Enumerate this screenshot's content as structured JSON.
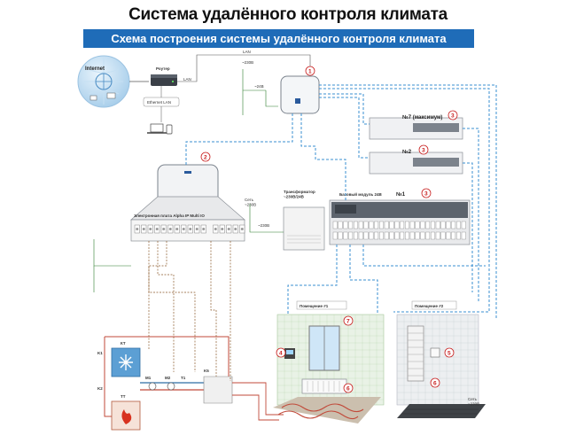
{
  "title": "Система удалённого контроля климата",
  "subtitle": "Схема построения системы удалённого контроля климата",
  "internet": {
    "label": "Internet"
  },
  "router": {
    "label": "Роутер",
    "ethernet": "Ethernet LAN"
  },
  "links": {
    "lan_left": "LAN",
    "lan_top": "LAN"
  },
  "power": {
    "net_230": "Сеть\n~230В",
    "label_230": "~230В",
    "label_24": "~24В",
    "label_230b": "~230В",
    "net_bottom": "Сеть\n~230В"
  },
  "controller_board": {
    "label": "Электронная плата Alpha IP Multi IO"
  },
  "transformer": {
    "label": "Трансформатор\n~230В/24В"
  },
  "base_module": {
    "label": "Базовый модуль 24В",
    "num": "№1"
  },
  "modules": [
    {
      "label": "№7 (максимум)"
    },
    {
      "label": "№2"
    }
  ],
  "rooms": [
    {
      "label": "Помещение #1"
    },
    {
      "label": "Помещение #2"
    }
  ],
  "boiler": {
    "kt": "КТ",
    "tt": "ТТ"
  },
  "pipe_labels": [
    "K1",
    "K2",
    "T1",
    "K5",
    "M1",
    "M2"
  ],
  "badges": [
    "1",
    "2",
    "3",
    "3",
    "3",
    "4",
    "5",
    "6",
    "6",
    "7"
  ],
  "colors": {
    "accent": "#1f6cb8",
    "dashed": "#3a8fd1",
    "brown": "#8b5a2b",
    "badge": "#c81e1e"
  }
}
